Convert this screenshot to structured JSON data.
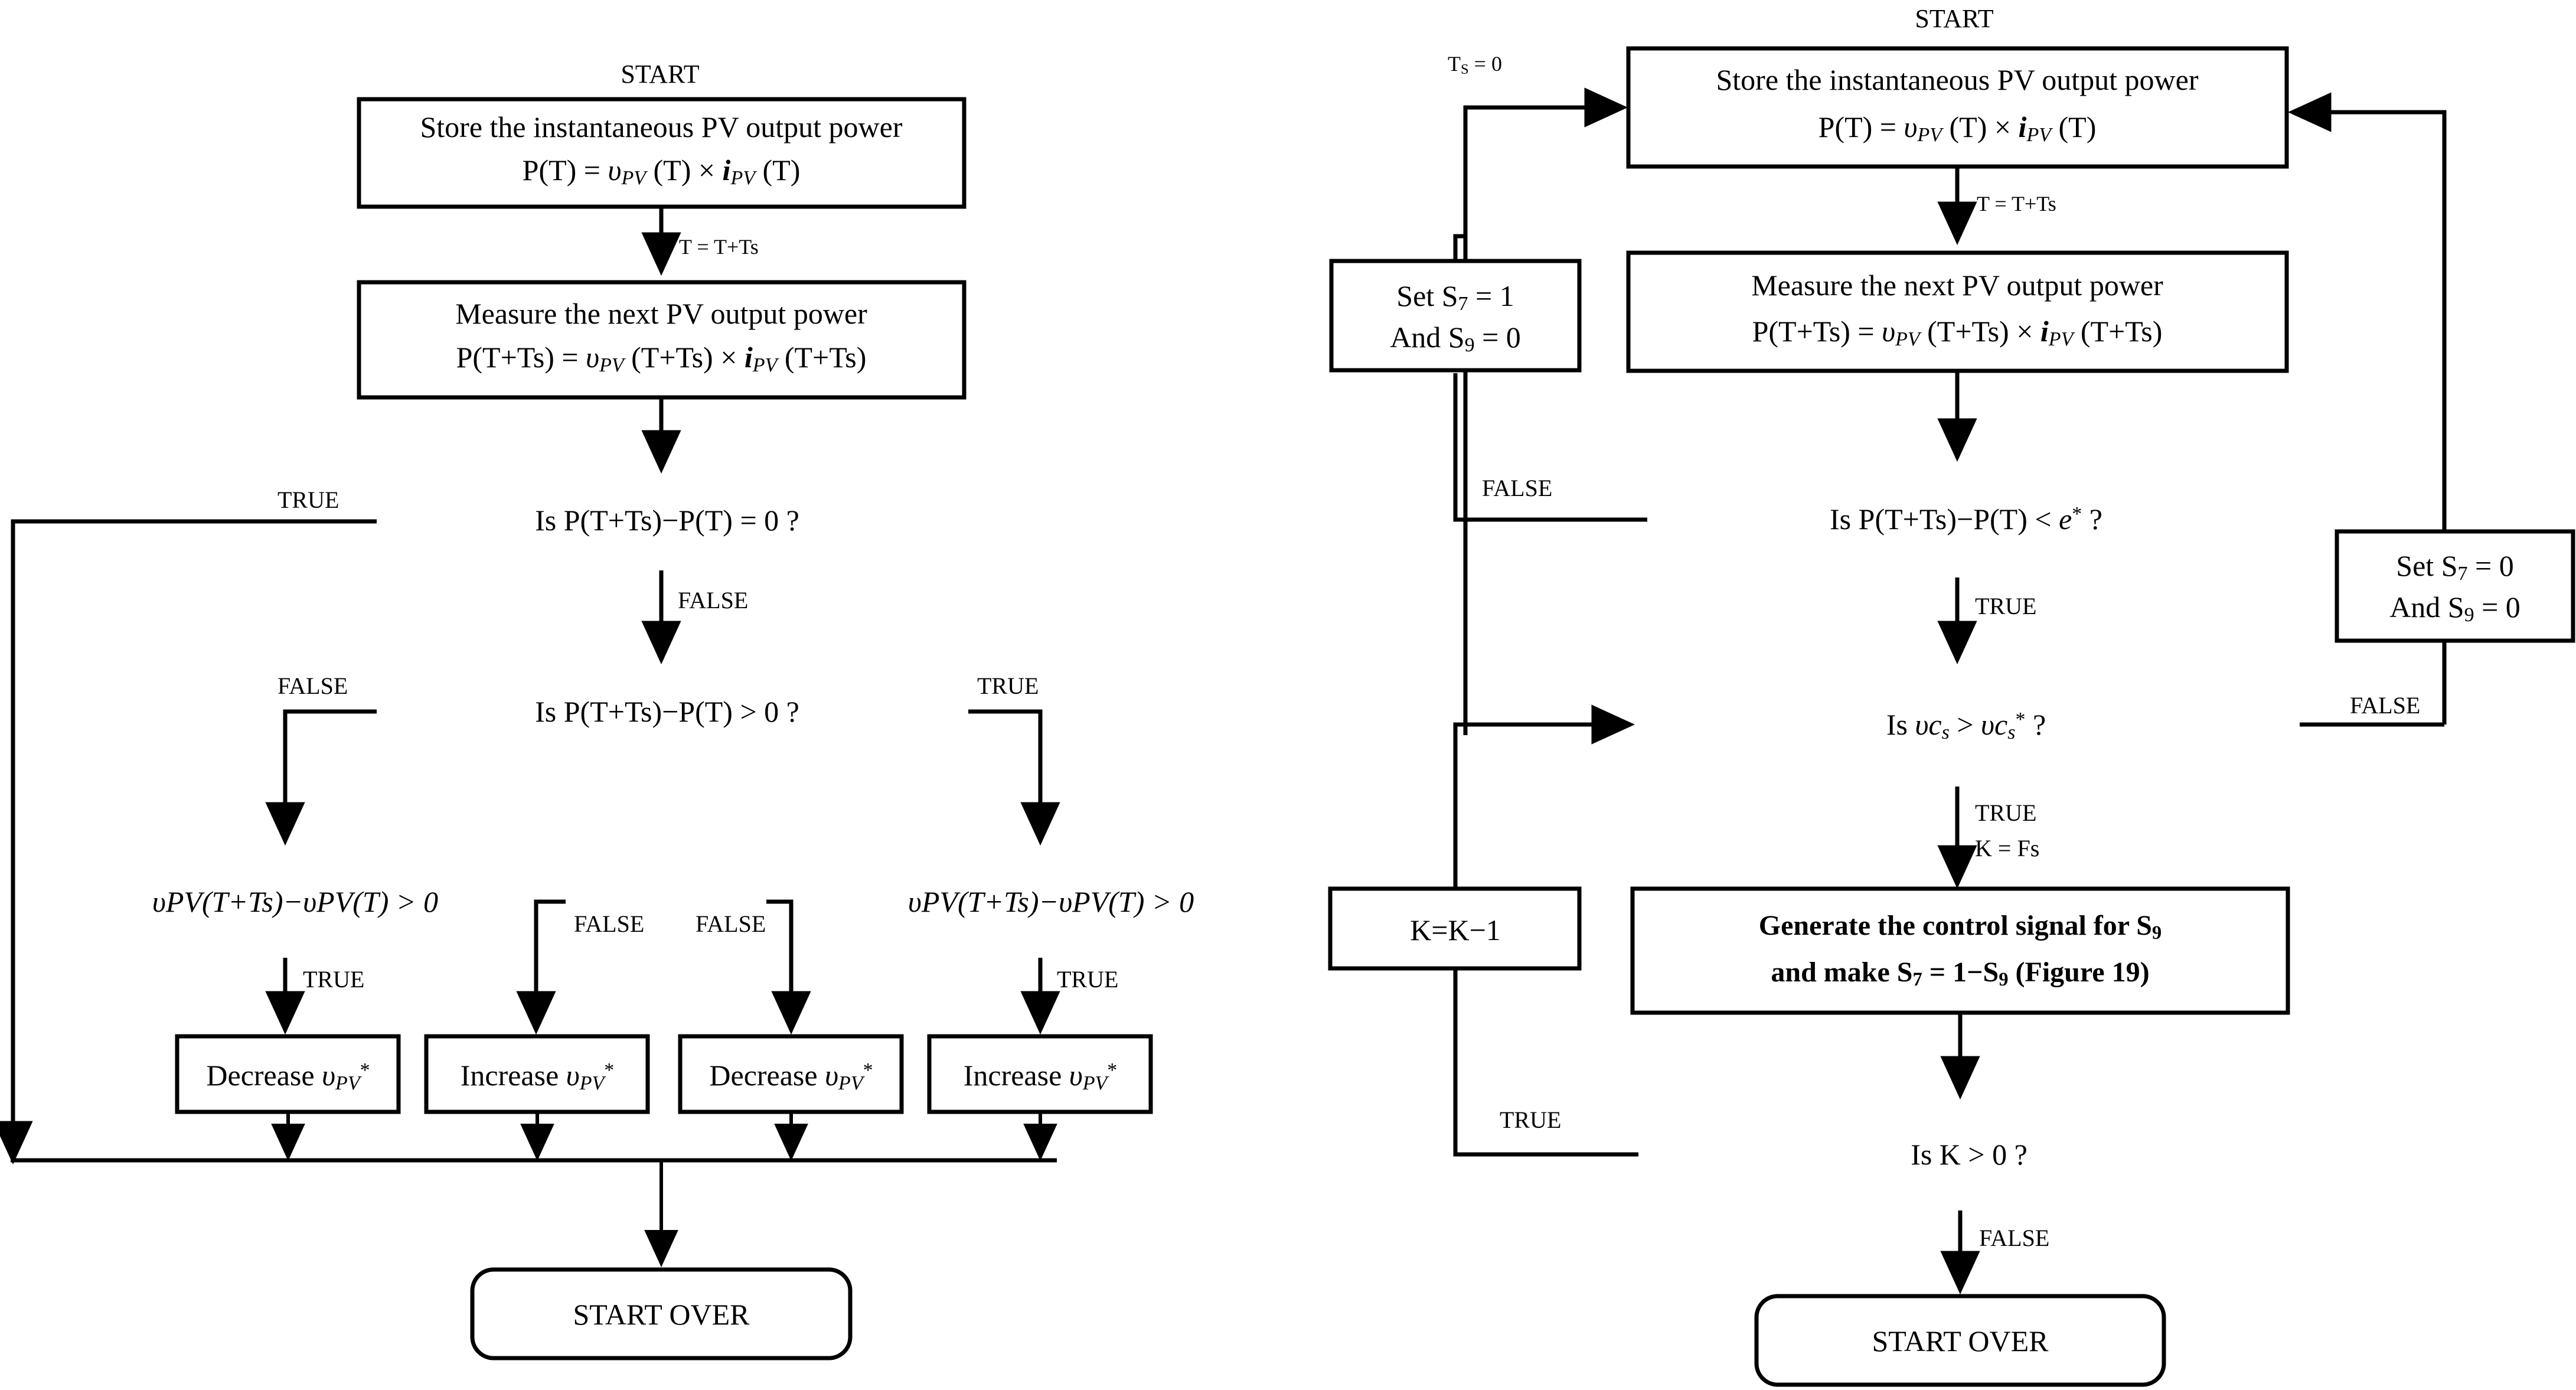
{
  "figure": {
    "type": "flowchart-pair",
    "background": "#ffffff",
    "line_color": "#000000"
  },
  "left_chart": {
    "start_label": "START",
    "nodes": {
      "store_power": {
        "line1": "Store the instantaneous PV output power",
        "line2_p": "P(T) = ",
        "line2_v": "υ",
        "line2_vsub": "PV",
        "line2_mid": " (T) × ",
        "line2_i": "i",
        "line2_isub": "PV",
        "line2_end": " (T)"
      },
      "measure_power": {
        "line1": "Measure the next PV output power",
        "line2_p": "P(T+Ts) = ",
        "line2_v": "υ",
        "line2_vsub": "PV",
        "line2_mid": " (T+Ts) × ",
        "line2_i": "i",
        "line2_isub": "PV",
        "line2_end": " (T+Ts)"
      },
      "decision_equal_zero": "Is  P(T+Ts)−P(T) = 0 ?",
      "decision_greater_zero": "Is  P(T+Ts)−P(T) > 0 ?",
      "decision_v_left": "υPV(T+Ts)−υPV(T) > 0",
      "decision_v_right": "υPV(T+Ts)−υPV(T) > 0",
      "action_decrease_1": "Decrease",
      "action_increase_1": "Increase",
      "action_decrease_2": "Decrease",
      "action_increase_2": "Increase",
      "action_symbol_v": "υ",
      "action_symbol_sub": "PV",
      "action_symbol_star": "*",
      "start_over": "START OVER"
    },
    "edge_labels": {
      "t_plus_ts": "T = T+Ts",
      "eq_true": "TRUE",
      "eq_false": "FALSE",
      "gt_false": "FALSE",
      "gt_true": "TRUE",
      "vl_true": "TRUE",
      "vl_false": "FALSE",
      "vr_false": "FALSE",
      "vr_true": "TRUE"
    }
  },
  "right_chart": {
    "start_label": "START",
    "nodes": {
      "store_power": {
        "line1": "Store the instantaneous PV output power",
        "line2_p": "P(T) = ",
        "line2_v": "υ",
        "line2_vsub": "PV",
        "line2_mid": " (T) × ",
        "line2_i": "i",
        "line2_isub": "PV",
        "line2_end": " (T)"
      },
      "measure_power": {
        "line1": "Measure the next PV output power",
        "line2_p": "P(T+Ts) = ",
        "line2_v": "υ",
        "line2_vsub": "PV",
        "line2_mid": " (T+Ts) × ",
        "line2_i": "i",
        "line2_isub": "PV",
        "line2_end": " (T+Ts)"
      },
      "set_s7_one": {
        "line1_a": "Set  S",
        "line1_sub": "7",
        "line1_b": " = 1",
        "line2_a": "And S",
        "line2_sub": "9",
        "line2_b": " = 0"
      },
      "set_s7_zero": {
        "line1_a": "Set  S",
        "line1_sub": "7",
        "line1_b": " = 0",
        "line2_a": "And S",
        "line2_sub": "9",
        "line2_b": " = 0"
      },
      "decision_error": {
        "pre": "Is  P(T+Ts)−P(T) < ",
        "sym": "e",
        "star": "*",
        "post": " ?"
      },
      "decision_vcs": {
        "pre": "Is  ",
        "a": "υc",
        "asub": "s",
        "mid": " > ",
        "b": "υc",
        "bsub": "s",
        "star": "*",
        "post": " ?"
      },
      "k_decrement": "K=K−1",
      "generate_signal": {
        "line1_a": "Generate the control signal for S",
        "line1_sub": "9",
        "line2_a": "and make S",
        "line2_sub1": "7",
        "line2_b": " = 1−S",
        "line2_sub2": "9",
        "line2_c": "  (Figure 19)"
      },
      "decision_k_gt_zero": "Is   K > 0 ?",
      "start_over": "START OVER"
    },
    "edge_labels": {
      "ts_zero_a": "T",
      "ts_zero_sub": "S",
      "ts_zero_b": " = 0",
      "t_plus_ts": "T = T+Ts",
      "err_false": "FALSE",
      "err_true": "TRUE",
      "vcs_false": "FALSE",
      "vcs_true": "TRUE",
      "vcs_k_fs": "K = Fs",
      "k_true": "TRUE",
      "k_false": "FALSE"
    }
  }
}
